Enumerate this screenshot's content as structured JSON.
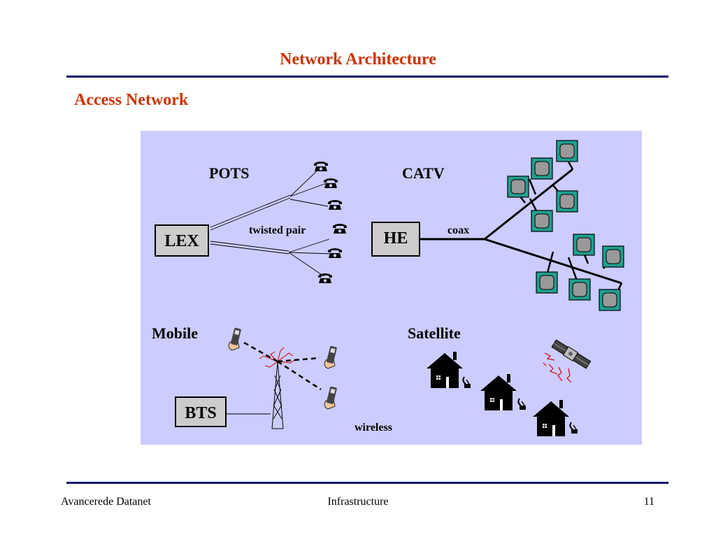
{
  "header": {
    "title": "Network Architecture"
  },
  "section": {
    "title": "Access Network"
  },
  "diagram": {
    "pots": {
      "heading": "POTS",
      "exchange": "LEX",
      "medium": "twisted pair"
    },
    "catv": {
      "heading": "CATV",
      "headend": "HE",
      "medium": "coax"
    },
    "mobile": {
      "heading": "Mobile",
      "station": "BTS",
      "medium": "wireless"
    },
    "satellite": {
      "heading": "Satellite"
    }
  },
  "footer": {
    "left": "Avancerede Datanet",
    "center": "Infrastructure",
    "page": "11"
  },
  "colors": {
    "title": "#cc3300",
    "rule": "#0a0a6e",
    "panel": "#ccccff",
    "tv": "#20a090"
  }
}
